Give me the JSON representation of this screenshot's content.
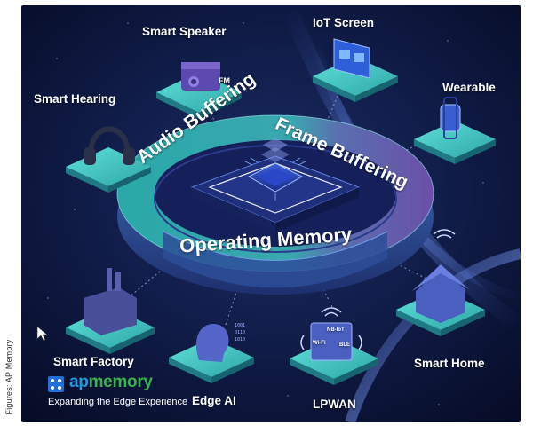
{
  "labels": {
    "smart_speaker": "Smart Speaker",
    "iot_screen": "IoT Screen",
    "smart_hearing": "Smart Hearing",
    "wearable": "Wearable",
    "smart_factory": "Smart Factory",
    "edge_ai": "Edge AI",
    "lpwan": "LPWAN",
    "smart_home": "Smart Home"
  },
  "ring": {
    "audio": "Audio Buffering",
    "frame": "Frame Buffering",
    "operating": "Operating Memory"
  },
  "radio": {
    "nbiot": "NB-IoT",
    "wifi": "Wi-Fi",
    "ble": "BLE"
  },
  "speaker_fm": "FM",
  "logo": {
    "brand_ap": "ap",
    "brand_memory": "memory",
    "tagline": "Expanding the Edge Experience"
  },
  "credit": "Figures: AP Memory",
  "colors": {
    "background": "#0b1433",
    "ring_teal": "#2aa8a8",
    "ring_purple": "#6a4fa8",
    "tile_teal": "#3fc1c0",
    "brand_blue": "#1f9bdc",
    "brand_green": "#37b24d"
  }
}
